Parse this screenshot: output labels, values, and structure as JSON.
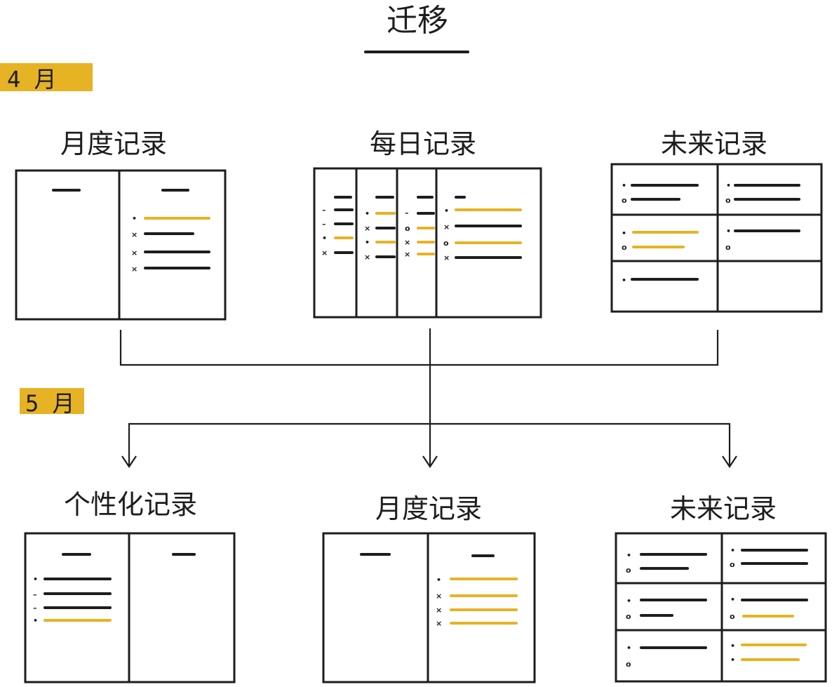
{
  "title": "迁移",
  "accent_color": "#e6b324",
  "line_color": "#1d1d1d",
  "april": {
    "month_label": "4 月",
    "logs": [
      {
        "label": "月度记录",
        "kind": "monthly"
      },
      {
        "label": "每日记录",
        "kind": "daily"
      },
      {
        "label": "未来记录",
        "kind": "future"
      }
    ]
  },
  "may": {
    "month_label": "5 月",
    "logs": [
      {
        "label": "个性化记录",
        "kind": "custom"
      },
      {
        "label": "月度记录",
        "kind": "monthly"
      },
      {
        "label": "未来记录",
        "kind": "future"
      }
    ]
  },
  "symbols": {
    "task": "•",
    "migrated": "×",
    "event": "o",
    "note": "–"
  },
  "icons": [
    "arrow-down-icon",
    "arrow-down-icon",
    "arrow-down-icon"
  ]
}
